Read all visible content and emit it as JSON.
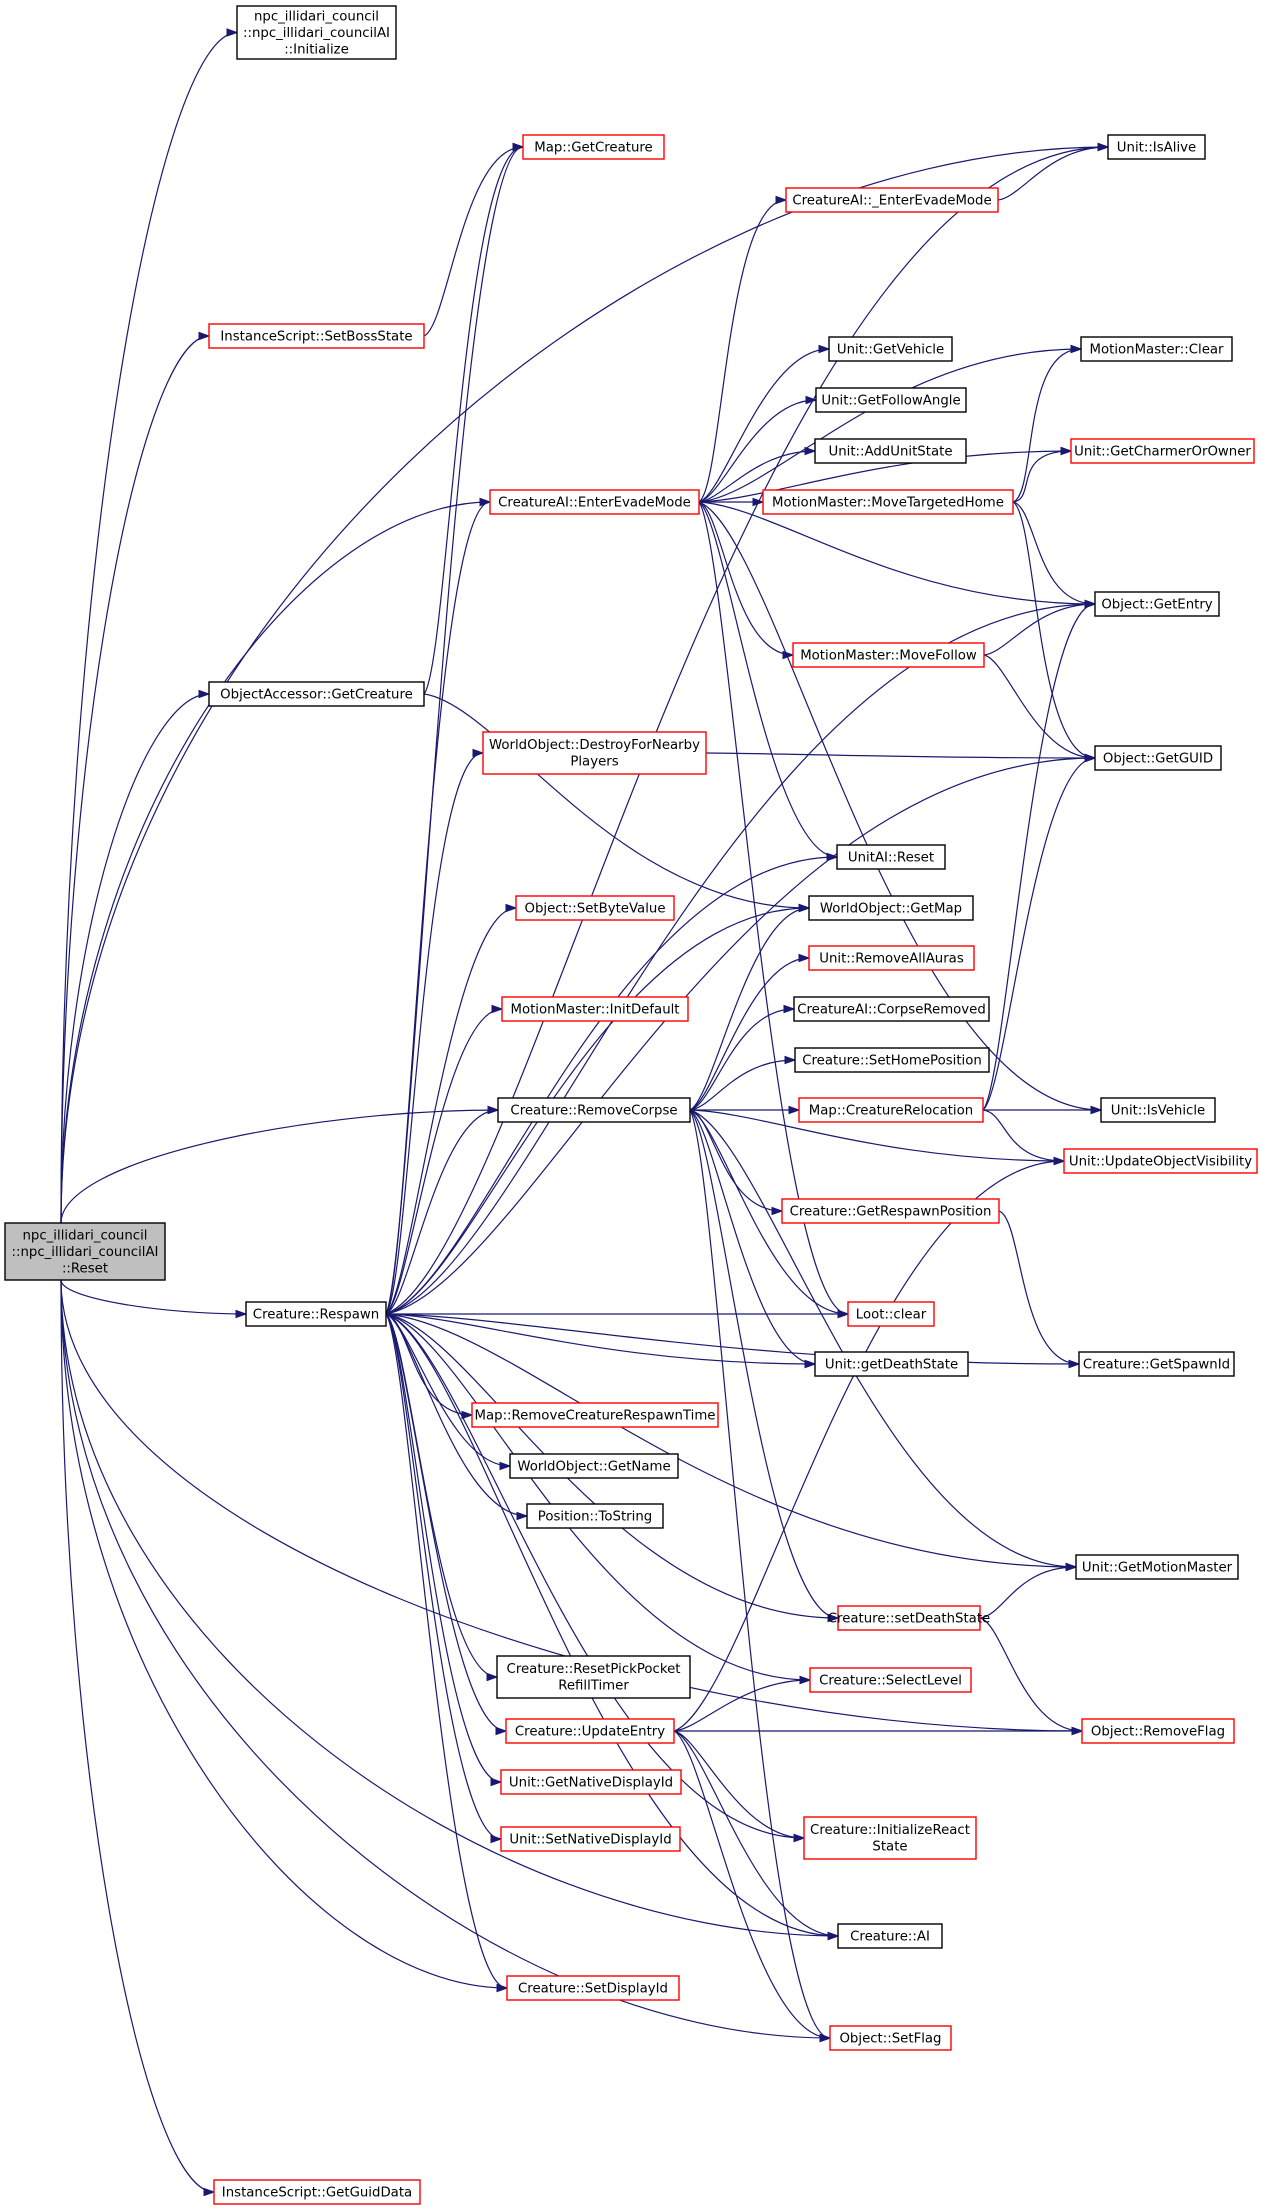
{
  "colors": {
    "edge": "#191970",
    "border_normal": "#000000",
    "border_red": "#ff0000",
    "root_fill": "#bfbfbf",
    "node_fill": "#ffffff"
  },
  "nodes": [
    {
      "id": "root",
      "lines": [
        "npc_illidari_council",
        "::npc_illidari_councilAI",
        "::Reset"
      ],
      "style": "root"
    },
    {
      "id": "initialize",
      "lines": [
        "npc_illidari_council",
        "::npc_illidari_councilAI",
        "::Initialize"
      ],
      "style": "normal"
    },
    {
      "id": "isalive",
      "lines": [
        "Unit::IsAlive"
      ],
      "style": "normal"
    },
    {
      "id": "getcreature_map",
      "lines": [
        "Map::GetCreature"
      ],
      "style": "red"
    },
    {
      "id": "enterevade_",
      "lines": [
        "CreatureAI::_EnterEvadeMode"
      ],
      "style": "red"
    },
    {
      "id": "setbossstate",
      "lines": [
        "InstanceScript::SetBossState"
      ],
      "style": "red"
    },
    {
      "id": "mm_clear",
      "lines": [
        "MotionMaster::Clear"
      ],
      "style": "normal"
    },
    {
      "id": "getvehicle",
      "lines": [
        "Unit::GetVehicle"
      ],
      "style": "normal"
    },
    {
      "id": "getfollowangle",
      "lines": [
        "Unit::GetFollowAngle"
      ],
      "style": "normal"
    },
    {
      "id": "getcharmer",
      "lines": [
        "Unit::GetCharmerOrOwner"
      ],
      "style": "red"
    },
    {
      "id": "addunitstate",
      "lines": [
        "Unit::AddUnitState"
      ],
      "style": "normal"
    },
    {
      "id": "enterevade",
      "lines": [
        "CreatureAI::EnterEvadeMode"
      ],
      "style": "red"
    },
    {
      "id": "movetargetedhome",
      "lines": [
        "MotionMaster::MoveTargetedHome"
      ],
      "style": "red"
    },
    {
      "id": "getentry",
      "lines": [
        "Object::GetEntry"
      ],
      "style": "normal"
    },
    {
      "id": "movefollow",
      "lines": [
        "MotionMaster::MoveFollow"
      ],
      "style": "red"
    },
    {
      "id": "oa_getcreature",
      "lines": [
        "ObjectAccessor::GetCreature"
      ],
      "style": "normal"
    },
    {
      "id": "destroyfornearby",
      "lines": [
        "WorldObject::DestroyForNearby",
        "Players"
      ],
      "style": "red"
    },
    {
      "id": "getguid",
      "lines": [
        "Object::GetGUID"
      ],
      "style": "normal"
    },
    {
      "id": "unitai_reset",
      "lines": [
        "UnitAI::Reset"
      ],
      "style": "normal"
    },
    {
      "id": "setbytevalue",
      "lines": [
        "Object::SetByteValue"
      ],
      "style": "red"
    },
    {
      "id": "getmap",
      "lines": [
        "WorldObject::GetMap"
      ],
      "style": "normal"
    },
    {
      "id": "removeallauras",
      "lines": [
        "Unit::RemoveAllAuras"
      ],
      "style": "red"
    },
    {
      "id": "initdefault",
      "lines": [
        "MotionMaster::InitDefault"
      ],
      "style": "red"
    },
    {
      "id": "corpseremoved",
      "lines": [
        "CreatureAI::CorpseRemoved"
      ],
      "style": "normal"
    },
    {
      "id": "sethomeposition",
      "lines": [
        "Creature::SetHomePosition"
      ],
      "style": "normal"
    },
    {
      "id": "removecorpse",
      "lines": [
        "Creature::RemoveCorpse"
      ],
      "style": "normal"
    },
    {
      "id": "creaturerelocation",
      "lines": [
        "Map::CreatureRelocation"
      ],
      "style": "red"
    },
    {
      "id": "isvehicle",
      "lines": [
        "Unit::IsVehicle"
      ],
      "style": "normal"
    },
    {
      "id": "updateobjectvisibility",
      "lines": [
        "Unit::UpdateObjectVisibility"
      ],
      "style": "red"
    },
    {
      "id": "getrespawnposition",
      "lines": [
        "Creature::GetRespawnPosition"
      ],
      "style": "red"
    },
    {
      "id": "respawn",
      "lines": [
        "Creature::Respawn"
      ],
      "style": "normal"
    },
    {
      "id": "loot_clear",
      "lines": [
        "Loot::clear"
      ],
      "style": "red"
    },
    {
      "id": "getdeathstate",
      "lines": [
        "Unit::getDeathState"
      ],
      "style": "normal"
    },
    {
      "id": "getspawnid",
      "lines": [
        "Creature::GetSpawnId"
      ],
      "style": "normal"
    },
    {
      "id": "removecreaturerespawntime",
      "lines": [
        "Map::RemoveCreatureRespawnTime"
      ],
      "style": "red"
    },
    {
      "id": "getname",
      "lines": [
        "WorldObject::GetName"
      ],
      "style": "normal"
    },
    {
      "id": "tostring",
      "lines": [
        "Position::ToString"
      ],
      "style": "normal"
    },
    {
      "id": "getmotionmaster",
      "lines": [
        "Unit::GetMotionMaster"
      ],
      "style": "normal"
    },
    {
      "id": "setdeathstate",
      "lines": [
        "Creature::setDeathState"
      ],
      "style": "red"
    },
    {
      "id": "resetpickpocket",
      "lines": [
        "Creature::ResetPickPocket",
        "RefillTimer"
      ],
      "style": "normal"
    },
    {
      "id": "selectlevel",
      "lines": [
        "Creature::SelectLevel"
      ],
      "style": "red"
    },
    {
      "id": "updateentry",
      "lines": [
        "Creature::UpdateEntry"
      ],
      "style": "red"
    },
    {
      "id": "removeflag",
      "lines": [
        "Object::RemoveFlag"
      ],
      "style": "red"
    },
    {
      "id": "getnativedisplayid",
      "lines": [
        "Unit::GetNativeDisplayId"
      ],
      "style": "red"
    },
    {
      "id": "initializereact",
      "lines": [
        "Creature::InitializeReact",
        "State"
      ],
      "style": "red"
    },
    {
      "id": "setnativedisplayid",
      "lines": [
        "Unit::SetNativeDisplayId"
      ],
      "style": "red"
    },
    {
      "id": "creature_ai",
      "lines": [
        "Creature::AI"
      ],
      "style": "normal"
    },
    {
      "id": "setdisplayid",
      "lines": [
        "Creature::SetDisplayId"
      ],
      "style": "red"
    },
    {
      "id": "setflag",
      "lines": [
        "Object::SetFlag"
      ],
      "style": "red"
    },
    {
      "id": "getguiddata",
      "lines": [
        "InstanceScript::GetGuidData"
      ],
      "style": "red"
    }
  ],
  "edges": [
    [
      "root",
      "initialize"
    ],
    [
      "root",
      "isalive"
    ],
    [
      "root",
      "setbossstate"
    ],
    [
      "root",
      "enterevade"
    ],
    [
      "root",
      "oa_getcreature"
    ],
    [
      "root",
      "removecorpse"
    ],
    [
      "root",
      "respawn"
    ],
    [
      "root",
      "setdisplayid"
    ],
    [
      "root",
      "creature_ai"
    ],
    [
      "root",
      "setflag"
    ],
    [
      "root",
      "removeflag"
    ],
    [
      "root",
      "getguiddata"
    ],
    [
      "setbossstate",
      "getcreature_map"
    ],
    [
      "oa_getcreature",
      "getcreature_map"
    ],
    [
      "oa_getcreature",
      "getmap"
    ],
    [
      "enterevade_",
      "isalive"
    ],
    [
      "enterevade",
      "enterevade_"
    ],
    [
      "enterevade",
      "mm_clear"
    ],
    [
      "enterevade",
      "getcharmer"
    ],
    [
      "enterevade",
      "getvehicle"
    ],
    [
      "enterevade",
      "getfollowangle"
    ],
    [
      "enterevade",
      "addunitstate"
    ],
    [
      "enterevade",
      "movetargetedhome"
    ],
    [
      "enterevade",
      "getentry"
    ],
    [
      "enterevade",
      "movefollow"
    ],
    [
      "enterevade",
      "unitai_reset"
    ],
    [
      "enterevade",
      "isvehicle"
    ],
    [
      "enterevade",
      "loot_clear"
    ],
    [
      "movetargetedhome",
      "mm_clear"
    ],
    [
      "movetargetedhome",
      "getcharmer"
    ],
    [
      "movetargetedhome",
      "getentry"
    ],
    [
      "movetargetedhome",
      "getguid"
    ],
    [
      "movefollow",
      "getentry"
    ],
    [
      "movefollow",
      "getguid"
    ],
    [
      "destroyfornearby",
      "getguid"
    ],
    [
      "removecorpse",
      "getmap"
    ],
    [
      "removecorpse",
      "removeallauras"
    ],
    [
      "removecorpse",
      "corpseremoved"
    ],
    [
      "removecorpse",
      "sethomeposition"
    ],
    [
      "removecorpse",
      "creaturerelocation"
    ],
    [
      "removecorpse",
      "updateobjectvisibility"
    ],
    [
      "removecorpse",
      "getrespawnposition"
    ],
    [
      "removecorpse",
      "loot_clear"
    ],
    [
      "removecorpse",
      "getdeathstate"
    ],
    [
      "removecorpse",
      "getmotionmaster"
    ],
    [
      "removecorpse",
      "setdeathstate"
    ],
    [
      "removecorpse",
      "setflag"
    ],
    [
      "creaturerelocation",
      "isvehicle"
    ],
    [
      "creaturerelocation",
      "updateobjectvisibility"
    ],
    [
      "creaturerelocation",
      "getentry"
    ],
    [
      "creaturerelocation",
      "getguid"
    ],
    [
      "getrespawnposition",
      "getspawnid"
    ],
    [
      "respawn",
      "getcreature_map"
    ],
    [
      "respawn",
      "isalive"
    ],
    [
      "respawn",
      "enterevade"
    ],
    [
      "respawn",
      "getentry"
    ],
    [
      "respawn",
      "destroyfornearby"
    ],
    [
      "respawn",
      "getguid"
    ],
    [
      "respawn",
      "unitai_reset"
    ],
    [
      "respawn",
      "setbytevalue"
    ],
    [
      "respawn",
      "getmap"
    ],
    [
      "respawn",
      "initdefault"
    ],
    [
      "respawn",
      "removecorpse"
    ],
    [
      "respawn",
      "loot_clear"
    ],
    [
      "respawn",
      "getdeathstate"
    ],
    [
      "respawn",
      "getspawnid"
    ],
    [
      "respawn",
      "removecreaturerespawntime"
    ],
    [
      "respawn",
      "getname"
    ],
    [
      "respawn",
      "tostring"
    ],
    [
      "respawn",
      "getmotionmaster"
    ],
    [
      "respawn",
      "setdeathstate"
    ],
    [
      "respawn",
      "resetpickpocket"
    ],
    [
      "respawn",
      "selectlevel"
    ],
    [
      "respawn",
      "updateentry"
    ],
    [
      "respawn",
      "getnativedisplayid"
    ],
    [
      "respawn",
      "setnativedisplayid"
    ],
    [
      "respawn",
      "initializereact"
    ],
    [
      "respawn",
      "creature_ai"
    ],
    [
      "respawn",
      "setdisplayid"
    ],
    [
      "setdeathstate",
      "getmotionmaster"
    ],
    [
      "setdeathstate",
      "removeflag"
    ],
    [
      "updateentry",
      "selectlevel"
    ],
    [
      "updateentry",
      "removeflag"
    ],
    [
      "updateentry",
      "initializereact"
    ],
    [
      "updateentry",
      "creature_ai"
    ],
    [
      "updateentry",
      "setflag"
    ],
    [
      "updateentry",
      "updateobjectvisibility"
    ]
  ]
}
